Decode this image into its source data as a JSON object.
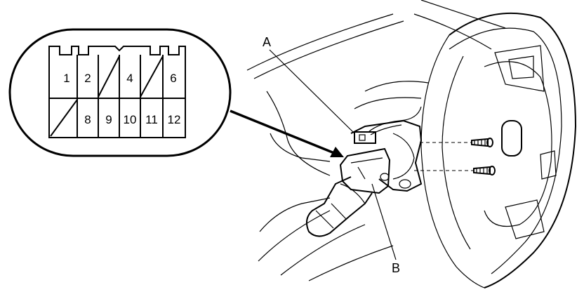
{
  "connector": {
    "pins": {
      "p1": "1",
      "p2": "2",
      "p4": "4",
      "p6": "6",
      "p8": "8",
      "p9": "9",
      "p10": "10",
      "p11": "11",
      "p12": "12"
    }
  },
  "callouts": {
    "a": "A",
    "b": "B"
  }
}
